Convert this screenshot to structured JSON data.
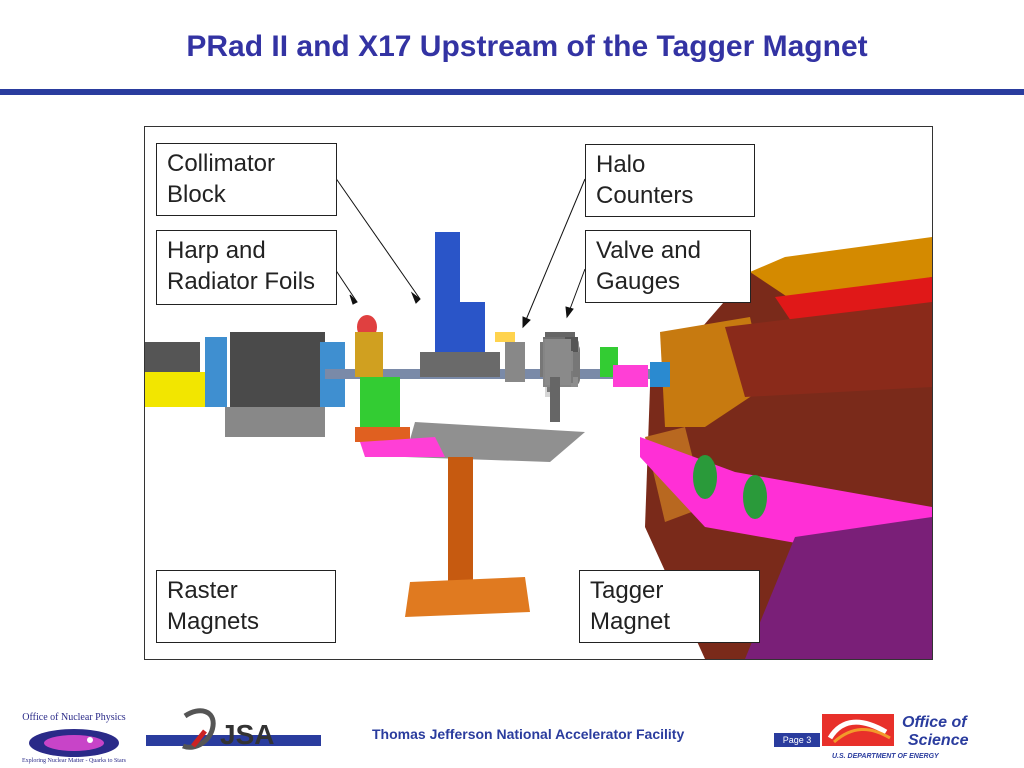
{
  "slide": {
    "title": "PRad II and X17 Upstream of the Tagger Magnet",
    "page_label": "Page 3"
  },
  "callouts": {
    "collimator_line1": "Collimator",
    "collimator_line2": "Block",
    "harp_line1": "Harp and",
    "harp_line2": "Radiator Foils",
    "halo_line1": "Halo",
    "halo_line2": "Counters",
    "valve_line1": "Valve and",
    "valve_line2": "Gauges",
    "raster_line1": "Raster",
    "raster_line2": "Magnets",
    "tagger_line1": "Tagger",
    "tagger_line2": "Magnet"
  },
  "footer": {
    "facility": "Thomas Jefferson National Accelerator Facility",
    "onp_logo_text": "Office of Nuclear Physics",
    "onp_logo_motto": "Exploring Nuclear Matter - Quarks to Stars",
    "jsa_logo_text": "JSA",
    "doe_office": "Office of",
    "doe_science": "Science",
    "doe_dept": "U.S. DEPARTMENT OF ENERGY"
  },
  "colors": {
    "title": "#3333a3",
    "rule": "#2a3c9e",
    "footer_text": "#2a3c9e"
  }
}
